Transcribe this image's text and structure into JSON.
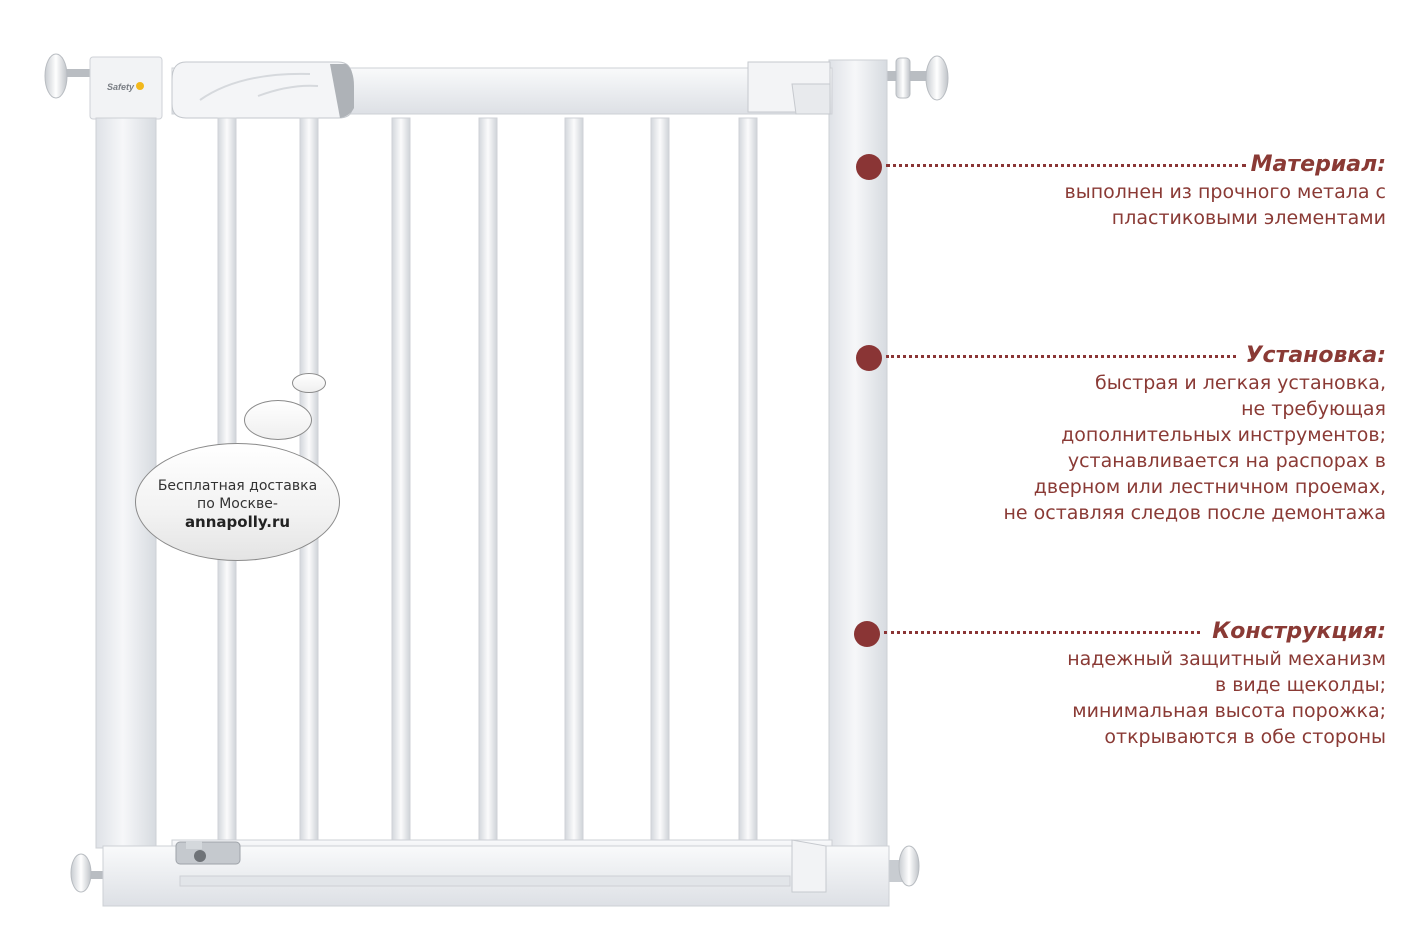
{
  "gate": {
    "brand_logo_text": "Safety",
    "colors": {
      "frame": "#eef0f3",
      "frame_edge": "#c9ccd1",
      "indicator": "#3cc43c",
      "accent_dot": "#f2b81c"
    }
  },
  "features": [
    {
      "title": "Материал:",
      "lines": [
        "выполнен из прочного метала с",
        "пластиковыми элементами"
      ]
    },
    {
      "title": "Установка:",
      "lines": [
        "быстрая и легкая установка,",
        "не требующая",
        "дополнительных инструментов;",
        "устанавливается на распорах в",
        "дверном или лестничном проемах,",
        "не оставляя следов после демонтажа"
      ]
    },
    {
      "title": "Конструкция:",
      "lines": [
        "надежный защитный механизм",
        "в виде щеколды;",
        "минимальная высота порожка;",
        "открываются в обе стороны"
      ]
    }
  ],
  "delivery_bubble": {
    "line1": "Бесплатная доставка",
    "line2": "по Москве-",
    "site": "annapolly.ru"
  },
  "colors": {
    "accent": "#8a3535",
    "text": "#8a3a35"
  }
}
